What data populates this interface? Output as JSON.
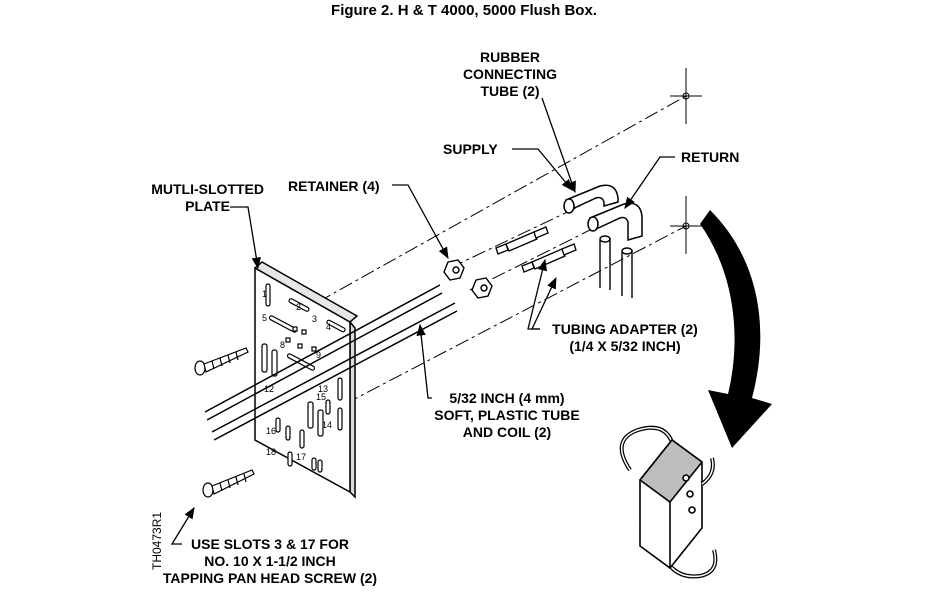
{
  "figure": {
    "title": "Figure 2.  H & T 4000, 5000 Flush Box."
  },
  "labels": {
    "rubber_tube": [
      "RUBBER",
      "CONNECTING",
      "TUBE (2)"
    ],
    "supply": "SUPPLY",
    "return": "RETURN",
    "retainer": "RETAINER (4)",
    "plate": [
      "MUTLI-SLOTTED",
      "PLATE"
    ],
    "adapter": [
      "TUBING ADAPTER (2)",
      "(1/4 X 5/32 INCH)"
    ],
    "plastic_tube": [
      "5/32 INCH (4 mm)",
      "SOFT, PLASTIC TUBE",
      "AND COIL (2)"
    ],
    "screw_note": [
      "USE SLOTS 3 & 17 FOR",
      "NO. 10 X 1-1/2 INCH",
      "TAPPING PAN HEAD SCREW (2)"
    ],
    "drawing_code": "TH0473R1"
  },
  "plate_slot_numbers": [
    "1",
    "2",
    "3",
    "4",
    "5",
    "8",
    "9",
    "12",
    "13",
    "14",
    "15",
    "16",
    "17",
    "18"
  ]
}
